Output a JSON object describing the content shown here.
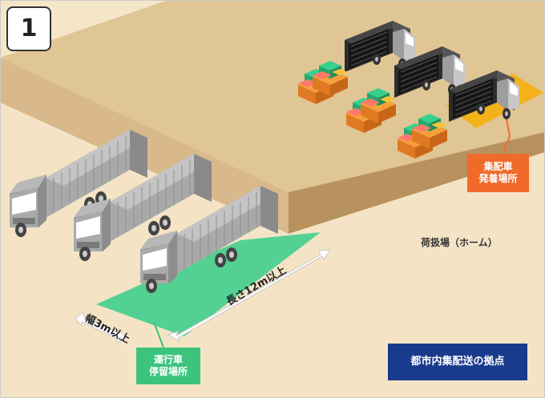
{
  "step": {
    "number": "1"
  },
  "labels": {
    "collection_lines": [
      "集配車",
      "発着場所"
    ],
    "platform": "荷扱場（ホーム）",
    "stop_lines": [
      "運行車",
      "停留場所"
    ],
    "width": "幅3m以上",
    "length": "長さ12m以上"
  },
  "title": "都市内集配送の拠点",
  "colors": {
    "ground": "#f3e3c3",
    "platform_top": "#d8b98a",
    "platform_front": "#b7915c",
    "truck": "#9a9a9a",
    "stop_zone": "#53d193",
    "dock_zone": "#f3b21a",
    "collection_label": "#f06a2a",
    "title_bg": "#1a3a8e"
  }
}
